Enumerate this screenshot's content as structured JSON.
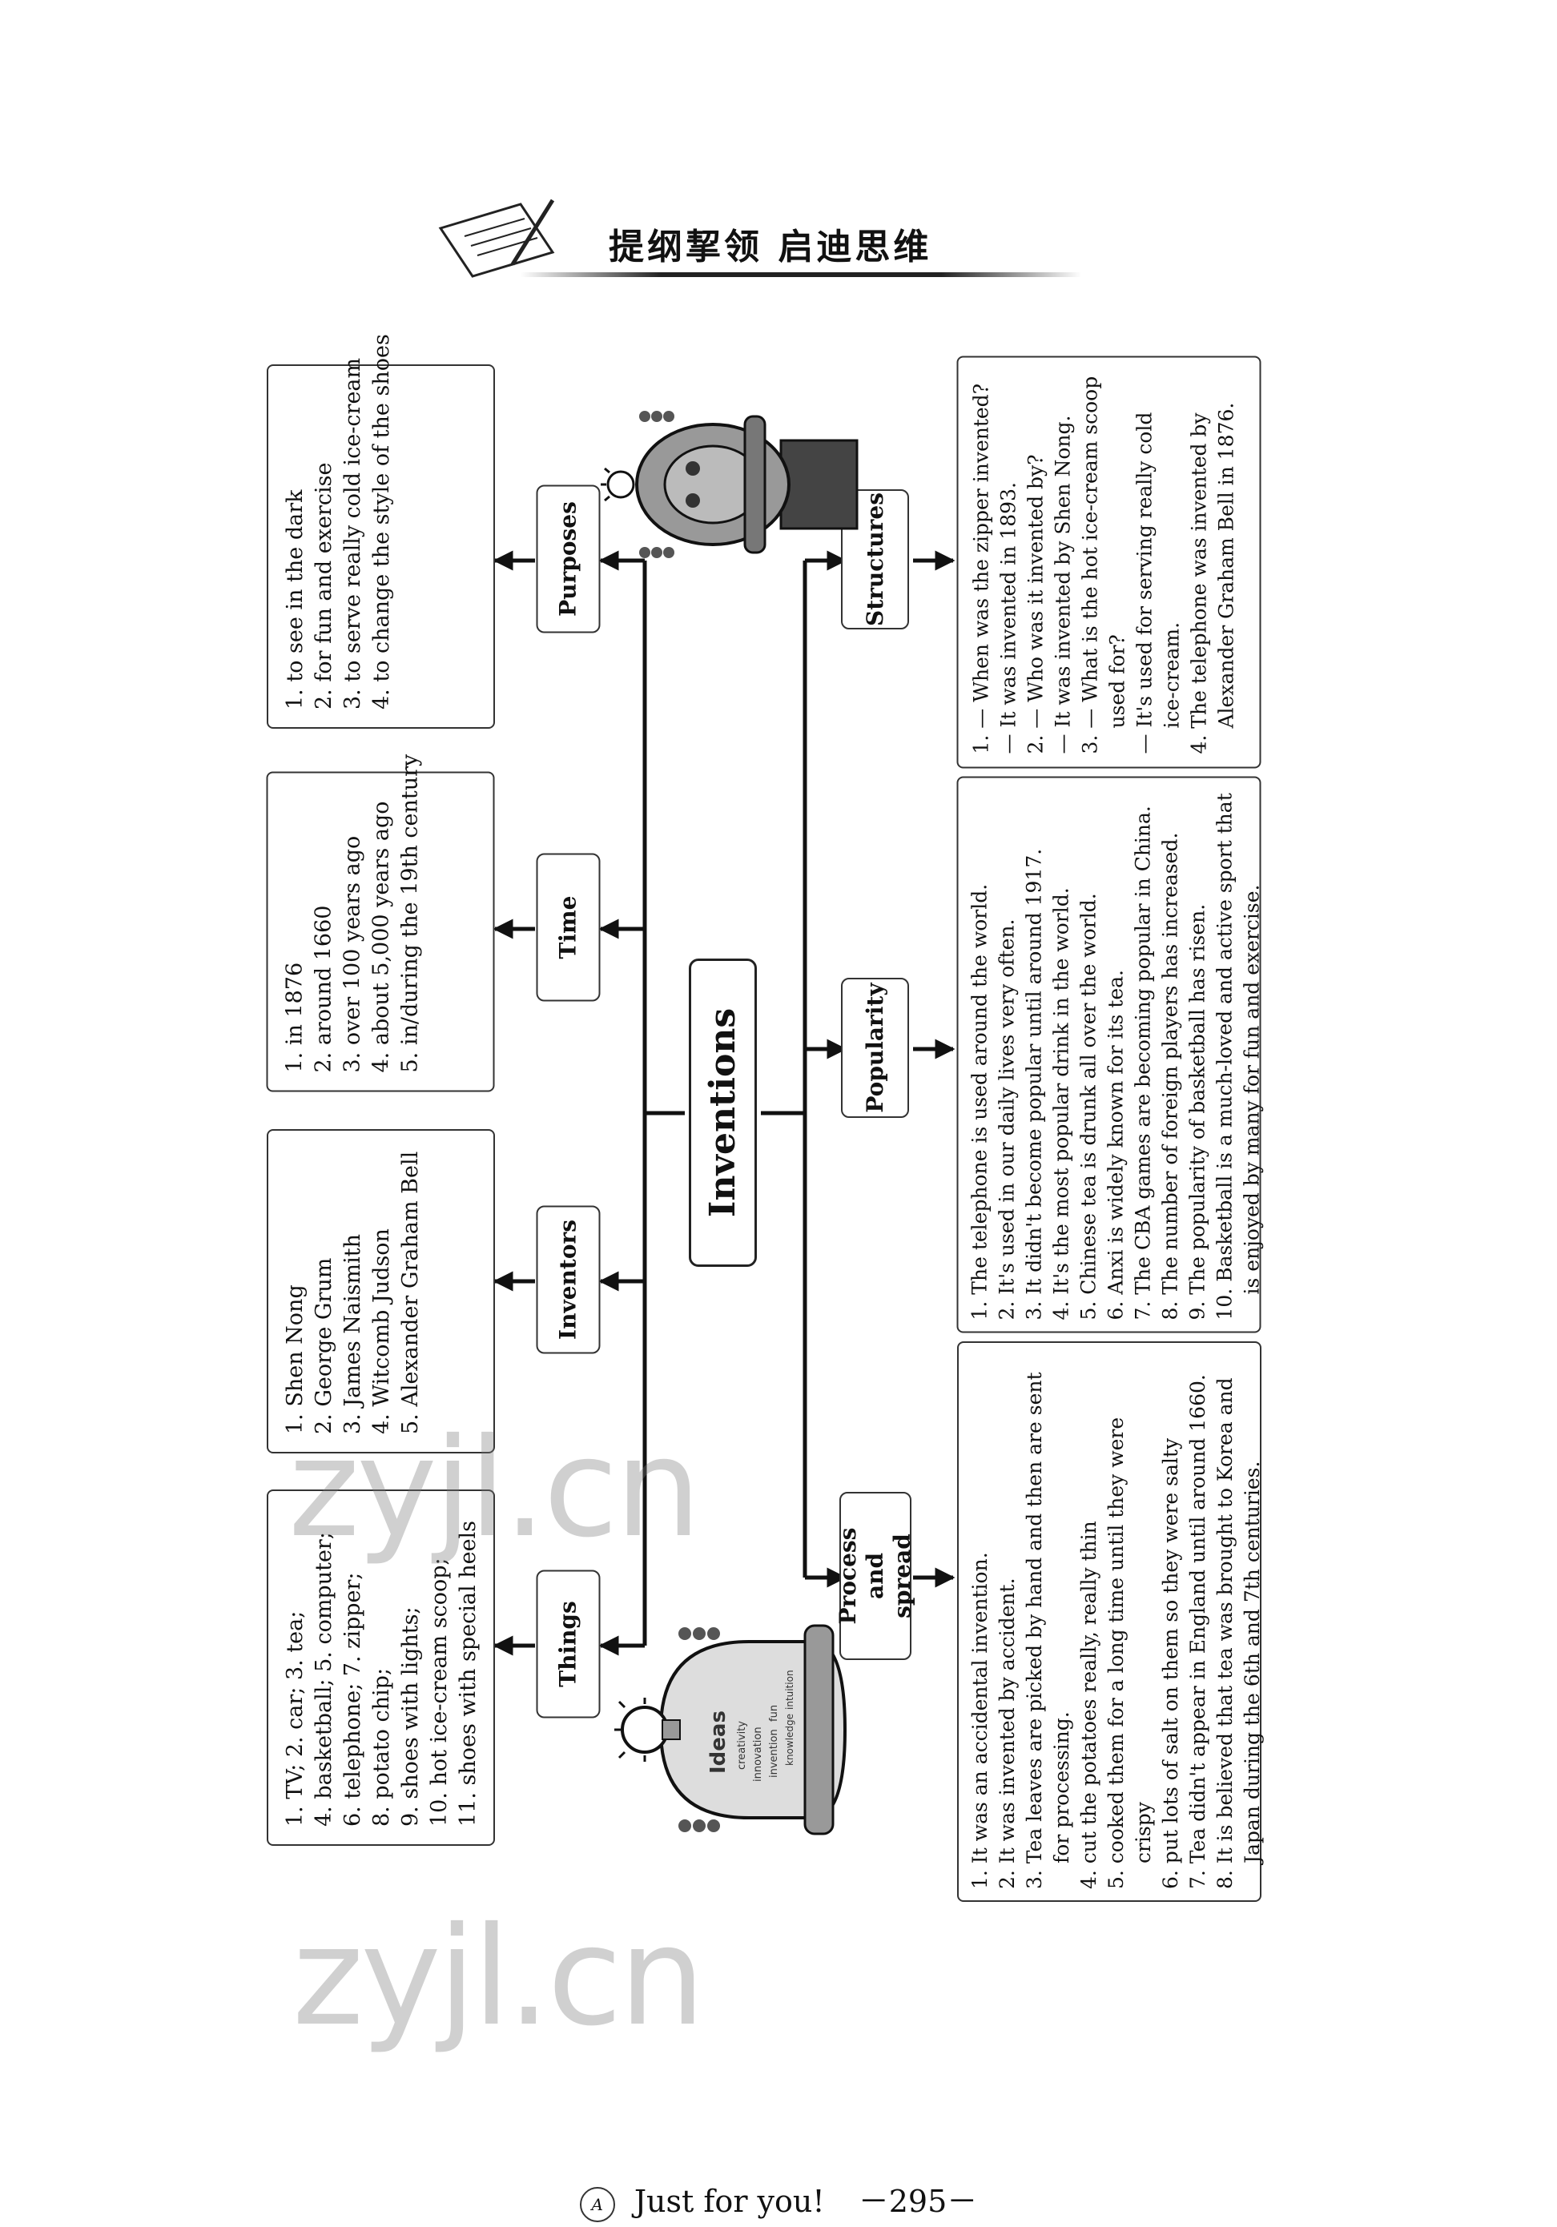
{
  "header": {
    "title": "提纲挈领  启迪思维"
  },
  "center": {
    "label": "Inventions"
  },
  "categories": {
    "purposes": "Purposes",
    "time": "Time",
    "inventors": "Inventors",
    "things": "Things",
    "structures": "Structures",
    "popularity": "Popularity",
    "process": "Process and spread"
  },
  "lists": {
    "purposes": [
      "1. to see in the dark",
      "2. for fun and exercise",
      "3. to serve really cold ice-cream",
      "4. to change the style of the shoes"
    ],
    "time": [
      "1. in 1876",
      "2. around 1660",
      "3. over 100 years ago",
      "4. about 5,000 years ago",
      "5. in/during the 19th century"
    ],
    "inventors": [
      "1. Shen Nong",
      "2. George Grum",
      "3. James Naismith",
      "4. Witcomb Judson",
      "5. Alexander Graham Bell"
    ],
    "things": [
      "1. TV; 2. car; 3. tea;",
      "4. basketball; 5. computer;",
      "6. telephone; 7. zipper;",
      "8. potato chip;",
      "9. shoes with lights;",
      "10. hot ice-cream scoop;",
      "11. shoes with special heels"
    ],
    "structures": [
      "1. — When was the zipper invented?",
      "    — It was invented in 1893.",
      "2. — Who was it invented by?",
      "    — It was invented by Shen Nong.",
      "3. — What is the hot ice-cream scoop used for?",
      "    — It's used for serving really cold ice-cream.",
      "4. The telephone was invented by Alexander Graham Bell in 1876."
    ],
    "popularity": [
      "1. The telephone is used around the world.",
      "2. It's used in our daily lives very often.",
      "3. It didn't become popular until around 1917.",
      "4. It's the most popular drink in the world.",
      "5. Chinese tea is drunk all over the world.",
      "6. Anxi is widely known for its tea.",
      "7. The CBA games are becoming popular in China.",
      "8. The number of foreign players has increased.",
      "9. The popularity of basketball has risen.",
      "10. Basketball is a much-loved and active sport that is enjoyed by many for fun and exercise."
    ],
    "process": [
      "1. It was an accidental invention.",
      "2. It was invented by accident.",
      "3. Tea leaves are picked by hand and then are sent for processing.",
      "4. cut the potatoes really, really thin",
      "5. cooked them for a long time until they were crispy",
      "6. put lots of salt on them so they were salty",
      "7. Tea didn't appear in England until around 1660.",
      "8. It is believed that tea was brought to Korea and Japan during the 6th and 7th centuries."
    ]
  },
  "illustration": {
    "words": [
      "Ideas",
      "creativity",
      "innovation",
      "invention",
      "fun",
      "knowledge",
      "intuition",
      "innovation"
    ]
  },
  "watermark": "zyjl.cn",
  "footer": {
    "text": "Just for you!",
    "page": "－295－"
  },
  "colors": {
    "ink": "#222222",
    "watermark": "#8a8a8a"
  }
}
